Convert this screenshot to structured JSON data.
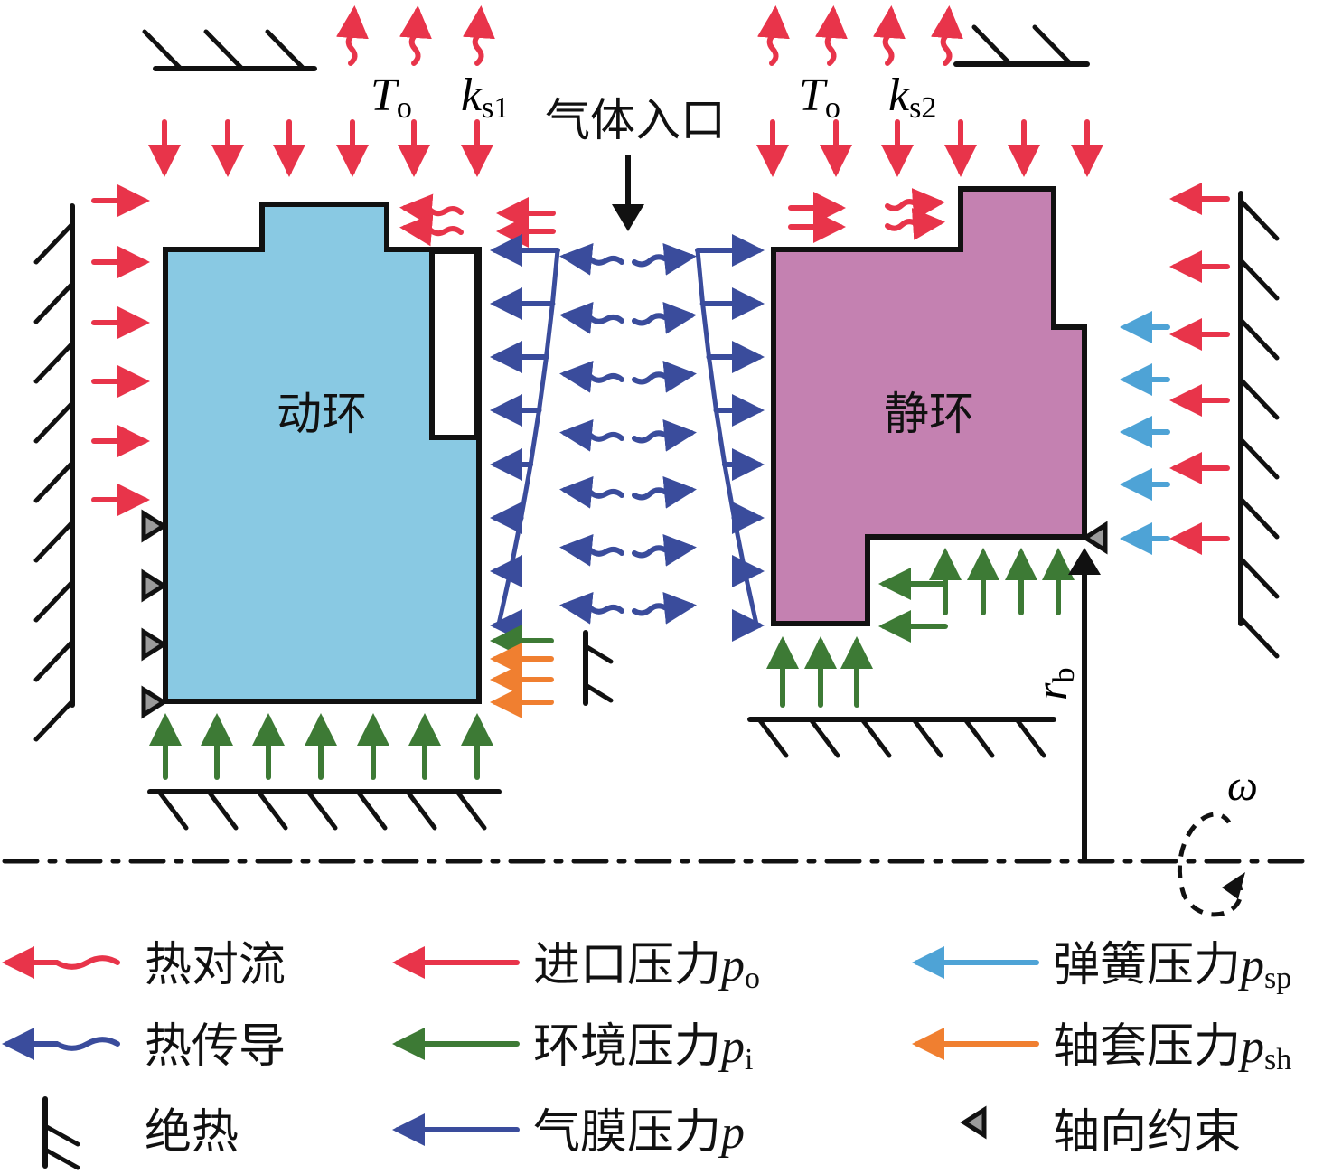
{
  "colors": {
    "rotor_fill": "#89c9e3",
    "stator_fill": "#c481b1",
    "convection_red": "#e8344a",
    "inlet_pressure_red": "#e8344a",
    "film_blue": "#3a4c9c",
    "ambient_green": "#3d7a35",
    "spring_blue": "#4ea3d6",
    "sleeve_orange": "#f07f30",
    "constraint_gray": "#9b9b9b",
    "line_black": "#111111"
  },
  "labels": {
    "rotor": "动环",
    "stator": "静环",
    "gas_inlet": "气体入口",
    "T_left": {
      "main": "T",
      "sub": "o"
    },
    "k_left": {
      "main": "k",
      "sub": "s1"
    },
    "T_right": {
      "main": "T",
      "sub": "o"
    },
    "k_right": {
      "main": "k",
      "sub": "s2"
    },
    "radius": {
      "main": "r",
      "sub": "b"
    },
    "omega": "ω"
  },
  "legend": [
    {
      "icon": "convection-wave-arrow-icon",
      "color": "#e8344a",
      "text": "热对流",
      "sym": "",
      "sub": ""
    },
    {
      "icon": "inlet-pressure-arrow-icon",
      "color": "#e8344a",
      "text": "进口压力",
      "sym": "p",
      "sub": "o"
    },
    {
      "icon": "spring-pressure-arrow-icon",
      "color": "#4ea3d6",
      "text": "弹簧压力",
      "sym": "p",
      "sub": "sp"
    },
    {
      "icon": "conduction-wave-arrow-icon",
      "color": "#3a4c9c",
      "text": "热传导",
      "sym": "",
      "sub": ""
    },
    {
      "icon": "ambient-pressure-arrow-icon",
      "color": "#3d7a35",
      "text": "环境压力",
      "sym": "p",
      "sub": "i"
    },
    {
      "icon": "sleeve-pressure-arrow-icon",
      "color": "#f07f30",
      "text": "轴套压力",
      "sym": "p",
      "sub": "sh"
    },
    {
      "icon": "adiabatic-icon",
      "color": "#111111",
      "text": "绝热",
      "sym": "",
      "sub": ""
    },
    {
      "icon": "film-pressure-arrow-icon",
      "color": "#3a4c9c",
      "text": "气膜压力",
      "sym": "p",
      "sub": ""
    },
    {
      "icon": "axial-constraint-icon",
      "color": "#9b9b9b",
      "text": "轴向约束",
      "sym": "",
      "sub": ""
    }
  ]
}
